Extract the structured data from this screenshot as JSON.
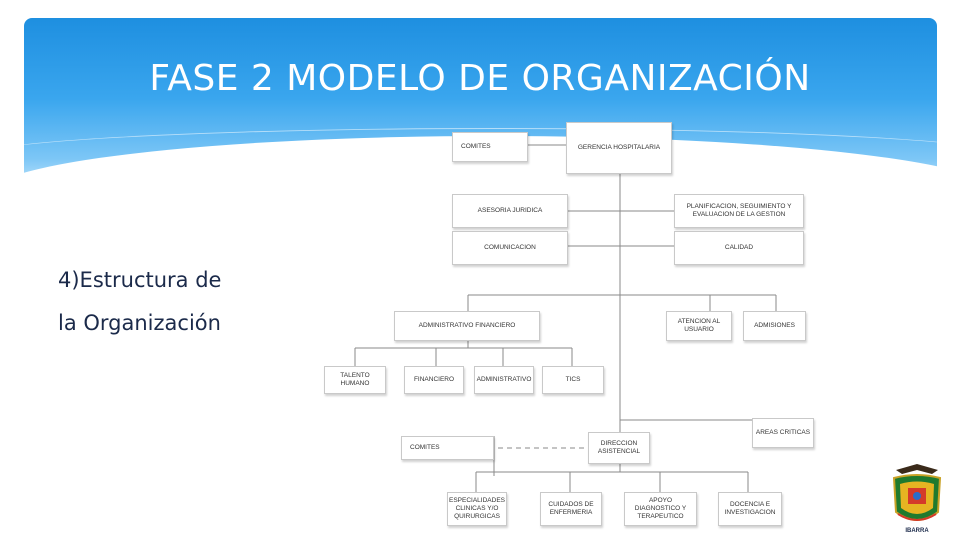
{
  "slide": {
    "title": "FASE 2 MODELO DE ORGANIZACIÓN",
    "side_text_line1": "4)Estructura de",
    "side_text_line2": "la Organización"
  },
  "org_chart": {
    "boxes": {
      "comites_top": "COMITES",
      "gerencia": "GERENCIA HOSPITALARIA",
      "asesoria": "ASESORIA JURIDICA",
      "planificacion": "PLANIFICACION, SEGUIMIENTO Y EVALUACION DE LA GESTION",
      "comunicacion": "COMUNICACION",
      "calidad": "CALIDAD",
      "administrativo": "ADMINISTRATIVO FINANCIERO",
      "atencion": "ATENCION AL USUARIO",
      "admisiones": "ADMISIONES",
      "talento": "TALENTO HUMANO",
      "financiero": "FINANCIERO",
      "administrativo2": "ADMINISTRATIVO",
      "tics": "TICS",
      "areas_criticas": "AREAS CRITICAS",
      "comites_bottom": "COMITES",
      "direccion": "DIRECCION ASISTENCIAL",
      "especialidades": "ESPECIALIDADES CLINICAS Y/O QUIRURGICAS",
      "cuidados": "CUIDADOS DE ENFERMERIA",
      "apoyo": "APOYO DIAGNOSTICO Y TERAPEUTICO",
      "docencia": "DOCENCIA E INVESTIGACION"
    }
  },
  "logo": {
    "caption": "IBARRA",
    "icon": "institution-crest-icon"
  },
  "colors": {
    "banner_top": "#1e8fe0",
    "banner_bottom": "#d8effd",
    "title_text": "#ffffff",
    "body_text": "#1b2a4a"
  }
}
